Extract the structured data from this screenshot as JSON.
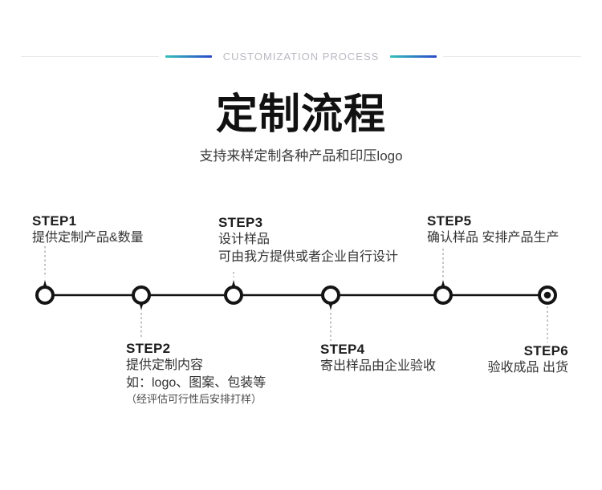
{
  "header": {
    "divider_label": "CUSTOMIZATION PROCESS",
    "title": "定制流程",
    "subtitle": "支持来样定制各种产品和印压logo"
  },
  "colors": {
    "accent_gradient_start": "#35bfba",
    "accent_gradient_end": "#2a49c9",
    "divider_label": "#b7bac0",
    "timeline_line": "#141414",
    "connector_dash": "#9b9b9b",
    "text_primary": "#333333"
  },
  "timeline": {
    "steps": [
      {
        "label": "STEP1",
        "position": "above",
        "lines": [
          "提供定制产品&数量"
        ]
      },
      {
        "label": "STEP2",
        "position": "below",
        "lines": [
          "提供定制内容",
          "如：logo、图案、包装等"
        ],
        "note": "（经评估可行性后安排打样）"
      },
      {
        "label": "STEP3",
        "position": "above",
        "lines": [
          "设计样品",
          "可由我方提供或者企业自行设计"
        ]
      },
      {
        "label": "STEP4",
        "position": "below",
        "lines": [
          "寄出样品由企业验收"
        ]
      },
      {
        "label": "STEP5",
        "position": "above",
        "lines": [
          "确认样品 安排产品生产"
        ]
      },
      {
        "label": "STEP6",
        "position": "below",
        "lines": [
          "验收成品 出货"
        ]
      }
    ]
  }
}
